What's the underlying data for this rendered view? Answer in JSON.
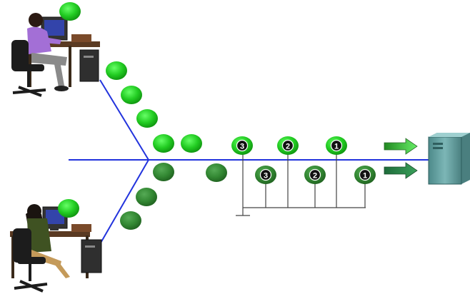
{
  "diagram": {
    "colors": {
      "link": "#2233dd",
      "packet_light": "#22cc22",
      "packet_dark": "#339933",
      "packet_label_text": "#ffffff",
      "bus_line": "#444444",
      "arrow_light": "#33cc33",
      "arrow_dark": "#2f8f4f",
      "server_body": "#5f9c9c",
      "background": "#ffffff"
    },
    "nodes": [
      {
        "id": "user-top",
        "label": "",
        "icon": "workstation-man-icon"
      },
      {
        "id": "user-bottom",
        "label": "",
        "icon": "workstation-woman-icon"
      },
      {
        "id": "server",
        "label": "",
        "icon": "server-icon"
      }
    ],
    "packets_top_labels": [
      "3",
      "2",
      "1"
    ],
    "packets_bottom_labels": [
      "3",
      "2",
      "1"
    ]
  }
}
